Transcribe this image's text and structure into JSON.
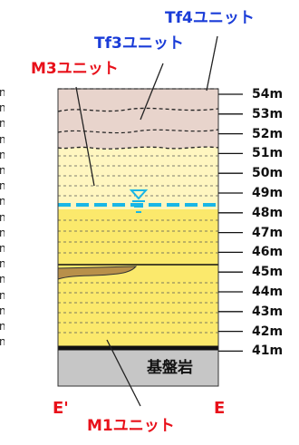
{
  "labels": {
    "tf4": "Tf4ユニット",
    "tf3": "Tf3ユニット",
    "m3": "M3ユニット",
    "m1": "M1ユニット",
    "bedrock": "基盤岩",
    "e_prime": "E'",
    "e": "E"
  },
  "elevations": [
    "54m",
    "53m",
    "52m",
    "51m",
    "50m",
    "49m",
    "48m",
    "47m",
    "46m",
    "45m",
    "44m",
    "43m",
    "42m",
    "41m"
  ],
  "left_stubs": [
    "n",
    "n",
    "n",
    "n",
    "n",
    "n",
    "n",
    "n",
    "n",
    "n",
    "n",
    "n",
    "n",
    "n",
    "n",
    "n",
    "n"
  ],
  "colors": {
    "tf4_fill": "#e8d4cc",
    "tf3_fill": "#f5e4c6",
    "m3_fill": "#fff4b8",
    "m1_fill": "#fbe96c",
    "bedrock_fill": "#c8c8c8",
    "water_line": "#19b6e6",
    "red_text": "#e8101a",
    "blue_text": "#1a3cd8",
    "lens_fill": "#b8904a"
  }
}
